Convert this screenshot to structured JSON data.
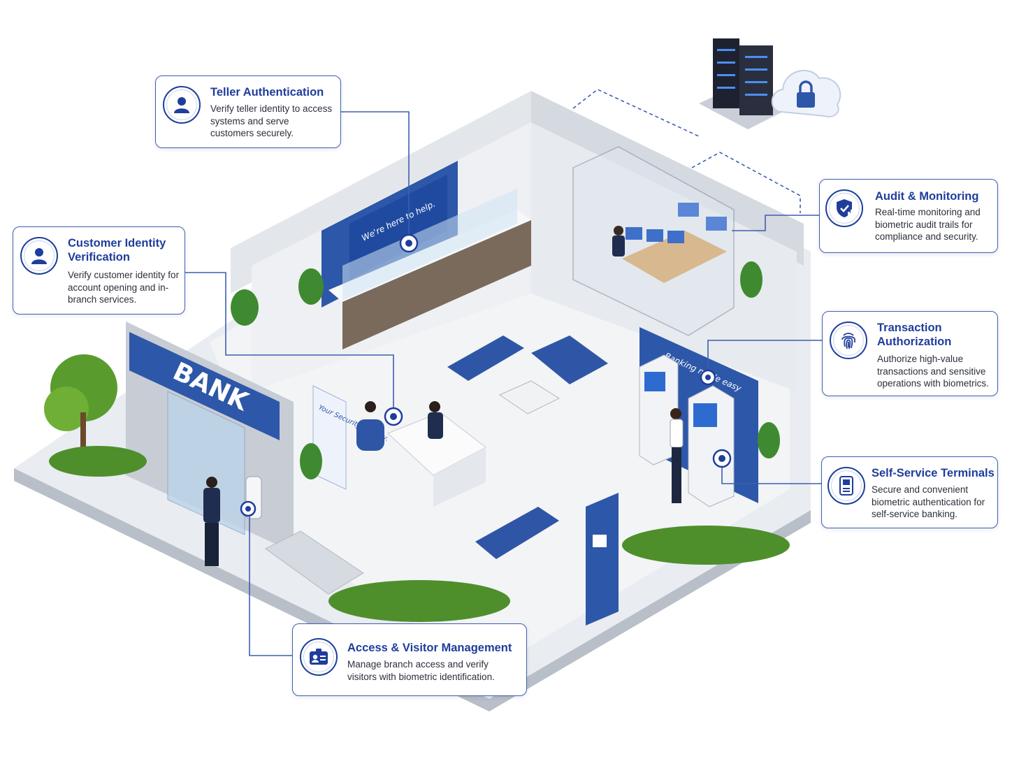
{
  "callouts": {
    "teller": {
      "title": "Teller Authentication",
      "description": "Verify teller identity to access systems and serve customers securely.",
      "icon": "user-icon"
    },
    "customer": {
      "title": "Customer Identity Verification",
      "description": "Verify customer identity for account opening and in-branch services.",
      "icon": "user-icon"
    },
    "audit": {
      "title": "Audit & Monitoring",
      "description": "Real-time monitoring and biometric audit trails for compliance and security.",
      "icon": "shield-chart-icon"
    },
    "transaction": {
      "title": "Transaction Authorization",
      "description": "Authorize high-value transactions and sensitive operations with biometrics.",
      "icon": "fingerprint-icon"
    },
    "selfservice": {
      "title": "Self-Service Terminals",
      "description": "Secure and convenient biometric authentication for self-service banking.",
      "icon": "atm-terminal-icon"
    },
    "access": {
      "title": "Access & Visitor Management",
      "description": "Manage branch access and verify visitors with biometric identification.",
      "icon": "id-badge-icon"
    }
  },
  "scene": {
    "bank_sign": "BANK",
    "teller_screen": "We're here to help.",
    "atm_wall": "Banking made easy",
    "poster": "Your Security. Priority."
  },
  "colors": {
    "brand_blue": "#1f3d9c",
    "panel_blue": "#2d57a8",
    "connector": "#3d5fb0"
  }
}
